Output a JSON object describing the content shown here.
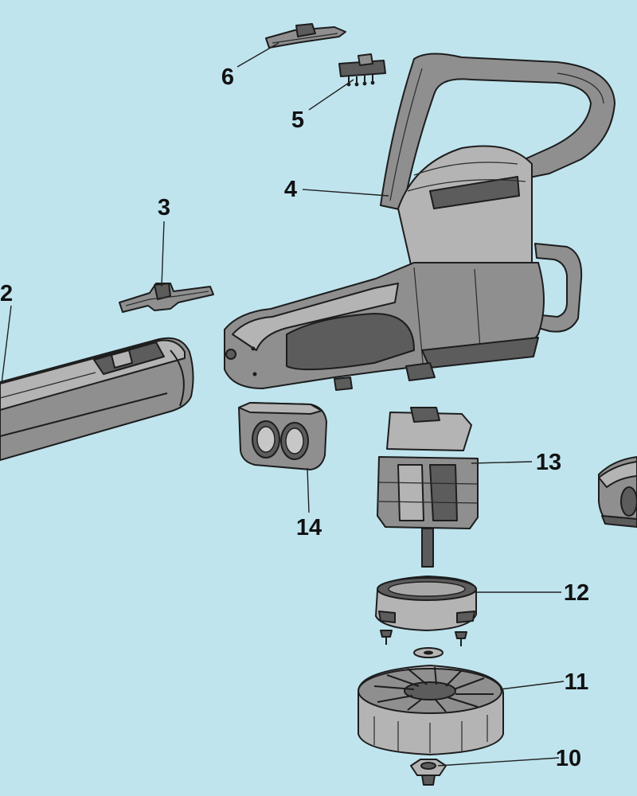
{
  "background_color": "#bfe4ee",
  "parts": [
    {
      "id": "2",
      "label": "2",
      "icon": "blower-tube-icon"
    },
    {
      "id": "3",
      "label": "3",
      "icon": "latch-clip-icon"
    },
    {
      "id": "4",
      "label": "4",
      "icon": "housing-icon"
    },
    {
      "id": "5",
      "label": "5",
      "icon": "switch-icon"
    },
    {
      "id": "6",
      "label": "6",
      "icon": "switch-cover-icon"
    },
    {
      "id": "10",
      "label": "10",
      "icon": "fan-nut-icon"
    },
    {
      "id": "11",
      "label": "11",
      "icon": "impeller-fan-icon"
    },
    {
      "id": "12",
      "label": "12",
      "icon": "fan-shroud-icon"
    },
    {
      "id": "13",
      "label": "13",
      "icon": "motor-icon"
    },
    {
      "id": "14",
      "label": "14",
      "icon": "motor-mount-icon"
    }
  ]
}
